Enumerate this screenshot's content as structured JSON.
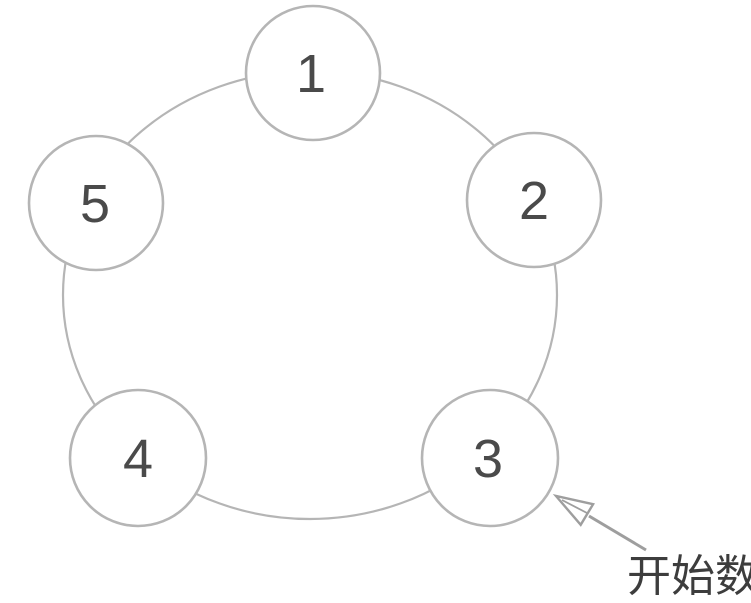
{
  "diagram": {
    "description": "Five numbered circles arranged on a ring (counting circle diagram)",
    "nodes": [
      {
        "id": "node-1",
        "label": "1"
      },
      {
        "id": "node-2",
        "label": "2"
      },
      {
        "id": "node-3",
        "label": "3"
      },
      {
        "id": "node-4",
        "label": "4"
      },
      {
        "id": "node-5",
        "label": "5"
      }
    ],
    "annotation": {
      "label": "开始数",
      "points_to": "3"
    },
    "colors": {
      "outline": "#b5b5b5",
      "number_text": "#4a4a4a",
      "arrow": "#9e9e9e",
      "annotation_text": "#3d3d3d",
      "background": "#ffffff"
    }
  }
}
